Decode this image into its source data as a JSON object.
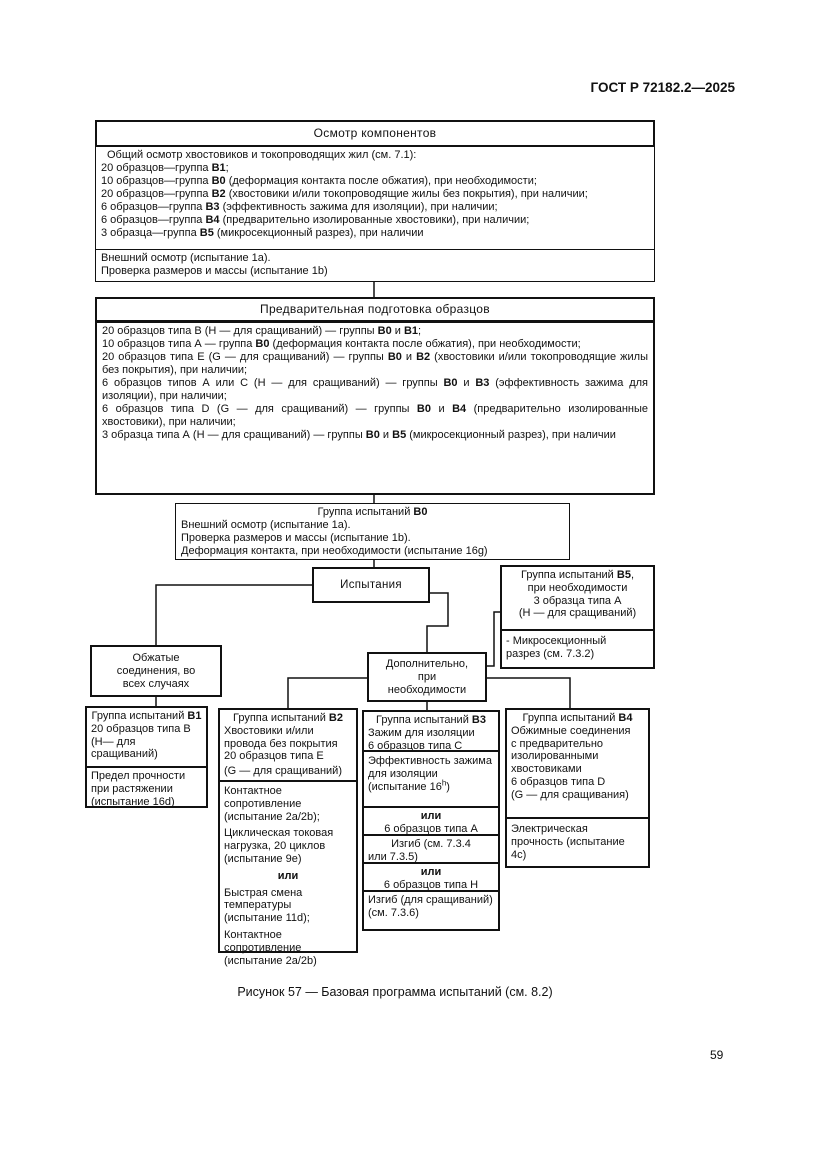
{
  "page": {
    "header": "ГОСТ Р 72182.2—2025",
    "caption": "Рисунок 57 — Базовая программа испытаний (см. 8.2)",
    "page_number": "59",
    "colors": {
      "text": "#111111",
      "border": "#111111",
      "background": "#ffffff"
    }
  },
  "inspection": {
    "title": "Осмотр компонентов",
    "lines": [
      "Общий осмотр хвостовиков и токопроводящих жил (см. 7.1):",
      [
        {
          "t": "20 образцов—группа "
        },
        {
          "t": "В1",
          "b": true
        },
        {
          "t": ";"
        }
      ],
      [
        {
          "t": "10 образцов—группа "
        },
        {
          "t": "В0",
          "b": true
        },
        {
          "t": " (деформация контакта после обжатия), при необходимости;"
        }
      ],
      [
        {
          "t": "20 образцов—группа "
        },
        {
          "t": "В2",
          "b": true
        },
        {
          "t": " (хвостовики и/или токопроводящие жилы без покрытия), при наличии;"
        }
      ],
      [
        {
          "t": "6 образцов—группа "
        },
        {
          "t": "В3",
          "b": true
        },
        {
          "t": " (эффективность зажима для изоляции), при наличии;"
        }
      ],
      [
        {
          "t": "6 образцов—группа "
        },
        {
          "t": "В4",
          "b": true
        },
        {
          "t": " (предварительно изолированные хвостовики), при наличии;"
        }
      ],
      [
        {
          "t": "3 образца—группа "
        },
        {
          "t": "В5",
          "b": true
        },
        {
          "t": " (микросекционный разрез), при наличии"
        }
      ]
    ]
  },
  "visual_check": {
    "lines": [
      "Внешний осмотр (испытание 1a).",
      "Проверка размеров и массы (испытание 1b)"
    ]
  },
  "preparation": {
    "title": "Предварительная подготовка образцов",
    "lines": [
      [
        {
          "t": "20 образцов типа В (Н — для сращиваний) — группы "
        },
        {
          "t": "В0",
          "b": true
        },
        {
          "t": " и "
        },
        {
          "t": "В1",
          "b": true
        },
        {
          "t": ";"
        }
      ],
      [
        {
          "t": "10 образцов типа А — группа "
        },
        {
          "t": "В0",
          "b": true
        },
        {
          "t": " (деформация контакта после обжатия), при необходимости;"
        }
      ],
      [
        {
          "t": "20 образцов типа Е (G — для сращиваний) — группы "
        },
        {
          "t": "В0",
          "b": true
        },
        {
          "t": " и "
        },
        {
          "t": "В2",
          "b": true
        },
        {
          "t": " (хвостовики и/или токопроводящие жилы без покрытия), при наличии;"
        }
      ],
      [
        {
          "t": "6 образцов типов А или С (Н — для сращиваний) — группы "
        },
        {
          "t": "В0",
          "b": true
        },
        {
          "t": " и "
        },
        {
          "t": "В3",
          "b": true
        },
        {
          "t": " (эффективность зажима для изоляции), при наличии;"
        }
      ],
      [
        {
          "t": "6 образцов типа D (G — для сращиваний) — группы "
        },
        {
          "t": "В0",
          "b": true
        },
        {
          "t": " и "
        },
        {
          "t": "В4",
          "b": true
        },
        {
          "t": " (предварительно изолированные хвостовики), при наличии;"
        }
      ],
      [
        {
          "t": "3 образца типа А (Н — для сращиваний) — группы "
        },
        {
          "t": "В0",
          "b": true
        },
        {
          "t": " и "
        },
        {
          "t": "В5",
          "b": true
        },
        {
          "t": " (микросекционный разрез), при наличии"
        }
      ]
    ]
  },
  "group_b0": {
    "title": [
      {
        "t": "Группа испытаний "
      },
      {
        "t": "В0",
        "b": true
      }
    ],
    "lines": [
      "Внешний осмотр (испытание 1a).",
      "Проверка размеров и массы (испытание 1b).",
      "Деформация контакта, при необходимости (испытание 16g)"
    ]
  },
  "tests_label": "Испытания",
  "crimped": {
    "lines": [
      "Обжатые",
      "соединения, во",
      "всех случаях"
    ]
  },
  "additional": {
    "lines": [
      "Дополнительно,",
      "при",
      "необходимости"
    ]
  },
  "group_b5": {
    "header_lines": [
      [
        {
          "t": "Группа испытаний "
        },
        {
          "t": "В5",
          "b": true
        },
        {
          "t": ","
        }
      ],
      "при необходимости",
      "3 образца типа А",
      "(Н — для сращиваний)"
    ],
    "note_lines": [
      "- Микросекционный",
      "разрез (см. 7.3.2)"
    ]
  },
  "group_b1": {
    "title": [
      {
        "t": "Группа испытаний "
      },
      {
        "t": "В1",
        "b": true
      }
    ],
    "lines": [
      "20 образцов типа В",
      "(Н— для сращиваний)"
    ],
    "test_lines": [
      "Предел прочности",
      "при растяжении",
      "(испытание 16d)"
    ]
  },
  "group_b2": {
    "title": [
      {
        "t": "Группа испытаний "
      },
      {
        "t": "В2",
        "b": true
      }
    ],
    "lines": [
      "Хвостовики и/или",
      "провода без покрытия",
      "20 образцов типа Е",
      "(G — для сращиваний)"
    ],
    "tests": [
      "Контактное сопротивление (испытание 2a/2b);",
      "Циклическая токовая нагрузка, 20 циклов (испытание 9e)",
      "или",
      "Быстрая смена температуры (испытание 11d);",
      "Контактное сопротивление (испытание 2a/2b)"
    ]
  },
  "group_b3": {
    "title": [
      {
        "t": "Группа испытаний "
      },
      {
        "t": "В3",
        "b": true
      }
    ],
    "lines": [
      "Зажим для изоляции",
      "6 образцов типа С"
    ],
    "effectiveness": [
      {
        "t": "Эффективность зажима для изоляции (испытание 16"
      },
      {
        "t": "h",
        "sup": true
      },
      {
        "t": ")"
      }
    ],
    "or1": "или",
    "alt_a": "6 образцов типа А",
    "bend1_lines": [
      "Изгиб (см. 7.3.4",
      "или 7.3.5)"
    ],
    "or2": "или",
    "alt_h": "6 образцов типа Н",
    "bend2_lines": [
      "Изгиб (для сращиваний)",
      "(см. 7.3.6)"
    ]
  },
  "group_b4": {
    "title": [
      {
        "t": "Группа испытаний "
      },
      {
        "t": "В4",
        "b": true
      }
    ],
    "lines": [
      "Обжимные соединения",
      "с предварительно",
      "изолированными",
      "хвостовиками",
      "6 образцов типа D",
      "(G — для сращивания)"
    ],
    "test_lines": [
      "Электрическая",
      "прочность (испытание",
      "4c)"
    ]
  }
}
